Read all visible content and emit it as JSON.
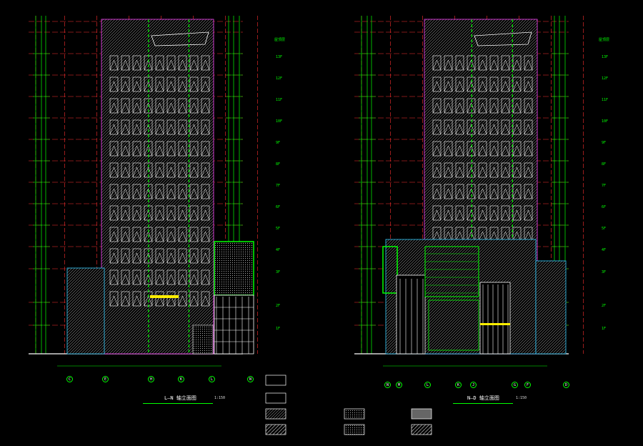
{
  "drawing": {
    "colors": {
      "background": "#000000",
      "grid_red": "#ff3030",
      "dim_green": "#00ff00",
      "facade_magenta": "#ff44ff",
      "window_white": "#ffffff",
      "accent_cyan": "#33ccff",
      "accent_yellow": "#ffee00"
    },
    "left_elevation": {
      "title": "L–N 轴立面图",
      "scale": "1:150",
      "axis_labels": [
        "C",
        "E",
        "H",
        "K",
        "L",
        "N"
      ],
      "floor_labels": [
        "1F",
        "2F",
        "3F",
        "4F",
        "5F",
        "6F",
        "7F",
        "8F",
        "9F",
        "10F",
        "11F",
        "12F",
        "13F"
      ],
      "roof_label": "屋顶层"
    },
    "right_elevation": {
      "title": "N–D 轴立面图",
      "scale": "1:150",
      "axis_labels": [
        "N",
        "M",
        "L",
        "K",
        "J",
        "G",
        "F",
        "D"
      ],
      "floor_labels": [
        "1F",
        "2F",
        "3F",
        "4F",
        "5F",
        "6F",
        "7F",
        "8F",
        "9F",
        "10F",
        "11F",
        "12F",
        "13F"
      ],
      "roof_label": "屋顶层"
    },
    "legend_icons": [
      "legend-white-panel",
      "legend-glass-curtain",
      "legend-stone-texture",
      "legend-dot-texture",
      "legend-metal-panel",
      "legend-hatch-texture"
    ]
  }
}
